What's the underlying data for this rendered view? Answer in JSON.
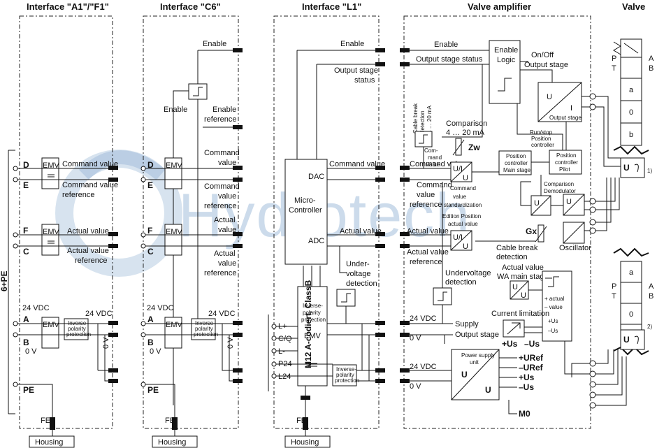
{
  "headers": {
    "a1f1": "Interface \"A1\"/\"F1\"",
    "c6": "Interface \"C6\"",
    "l1": "Interface \"L1\"",
    "amplifier": "Valve amplifier",
    "valve": "Valve"
  },
  "pins": {
    "d": "D",
    "e": "E",
    "f": "F",
    "c": "C",
    "a": "A",
    "b": "B",
    "pe": "PE",
    "fe": "FE",
    "six_pe": "6+PE"
  },
  "common": {
    "emv": "EMV",
    "v24": "24 VDC",
    "v0": "0 V",
    "housing": "Housing",
    "inverse_polarity": [
      "Inverse-",
      "polarity",
      "protection"
    ],
    "command_value": "Command value",
    "command_value_reference": [
      "Command value",
      "reference"
    ],
    "actual_value": "Actual value",
    "actual_value_reference": [
      "Actual value",
      "reference"
    ]
  },
  "c6": {
    "enable": "Enable",
    "enable_reference": [
      "Enable",
      "reference"
    ],
    "command_value": [
      "Command",
      "value"
    ],
    "command_value_reference": [
      "Command",
      "value",
      "reference"
    ],
    "actual_value": [
      "Actual",
      "value"
    ],
    "actual_value_reference": [
      "Actual",
      "value",
      "reference"
    ]
  },
  "l1": {
    "enable": "Enable",
    "output_stage_status": [
      "Output stage",
      "status"
    ],
    "dac": "DAC",
    "adc": "ADC",
    "micro_controller": [
      "Micro-",
      "Controller"
    ],
    "undervoltage_detection": [
      "Under-",
      "voltage",
      "detection"
    ],
    "inverse_polarity": [
      "Inverse-",
      "polarity",
      "protection"
    ],
    "m12": "M12  A-codiert, ClassB",
    "l_plus": "L+",
    "cq": "C/Q",
    "l_minus": "L-",
    "p24": "P24",
    "l24": "L24"
  },
  "amp": {
    "enable": "Enable",
    "output_stage_status": "Output stage status",
    "enable_logic": [
      "Enable",
      "Logic"
    ],
    "onoff_output_stage": [
      "On/Off",
      "Output stage"
    ],
    "output_stage": "Output stage",
    "cable_break_detection": [
      "Cable break",
      "detection",
      "4 … 20 mA"
    ],
    "comparison": [
      "Comparison",
      "4 … 20 mA"
    ],
    "zw": "Zw",
    "command_value_small": [
      "Com-",
      "mand",
      "value"
    ],
    "runstop": [
      "Run/stop",
      "Position",
      "controller"
    ],
    "position_controller_main": [
      "Position",
      "controller",
      "Main stage"
    ],
    "position_controller_pilot": [
      "Position",
      "controller",
      "Pilot"
    ],
    "command_value": "Command value",
    "command_value_reference": [
      "Command",
      "value",
      "reference"
    ],
    "command_value_standardization": [
      "Command",
      "value",
      "standardization"
    ],
    "edition_position": [
      "Edition Position",
      "actual value"
    ],
    "comparison_demodulator": [
      "Comparison",
      "Demodulator"
    ],
    "oscillator": "Oscillator",
    "gx": "Gx",
    "cable_break_detection2": [
      "Cable break",
      "detection"
    ],
    "actual_value": "Actual value",
    "actual_value_reference": [
      "Actual value",
      "reference"
    ],
    "undervoltage_detection": [
      "Undervoltage",
      "detection"
    ],
    "actual_value_wa": [
      "Actual value",
      "WA main stages"
    ],
    "actual_minus_value": [
      "+ actual",
      "– value"
    ],
    "current_limitation": "Current limitation",
    "supply": "Supply",
    "output_stage2": "Output stage",
    "power_supply_unit": [
      "Power supply",
      "unit"
    ],
    "u": "U",
    "i": "I",
    "ui": "U/I",
    "uref_plus": "+URef",
    "uref_minus": "–URef",
    "us_plus": "+Us",
    "us_minus": "–Us",
    "m0": "M0"
  },
  "valve": {
    "a": "A",
    "b": "B",
    "p": "P",
    "t": "T",
    "pos_a": "a",
    "pos_0": "0",
    "pos_b": "b",
    "note1": "1)",
    "note2": "2)"
  },
  "watermark": "Hydrotech"
}
